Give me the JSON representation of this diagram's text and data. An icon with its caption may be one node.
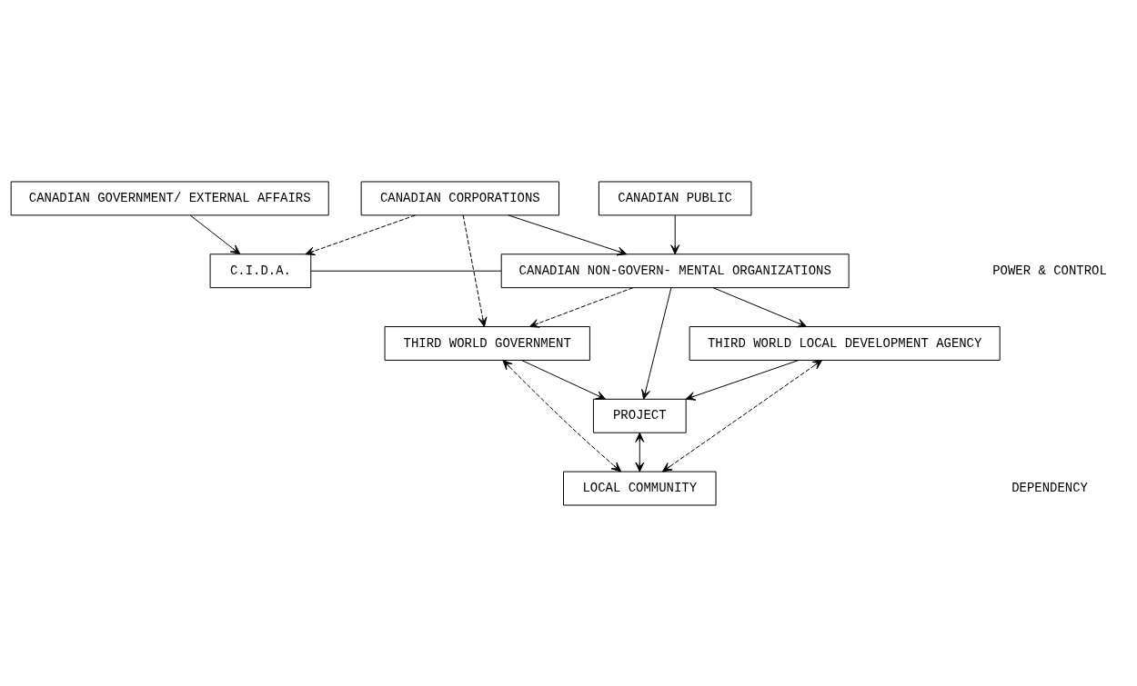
{
  "diagram": {
    "nodes": [
      {
        "text": [
          "CANADIAN GOVERNMENT/ EXTERNAL AFFAIRS"
        ]
      },
      {
        "text": [
          "CANADIAN CORPORATIONS"
        ]
      },
      {
        "text": [
          "CANADIAN PUBLIC"
        ]
      },
      {
        "text": [
          "C.I.D.A."
        ]
      },
      {
        "text": [
          "CANADIAN NON-GOVERN- MENTAL ORGANIZATIONS"
        ]
      },
      {
        "text": [
          "THIRD WORLD GOVERNMENT"
        ]
      },
      {
        "text": [
          "THIRD WORLD LOCAL DEVELOPMENT AGENCY"
        ]
      },
      {
        "text": [
          "PROJECT"
        ]
      },
      {
        "text": [
          "LOCAL COMMUNITY"
        ]
      }
    ],
    "edges": [
      {
        "from": 0,
        "to": 3,
        "arrow": "to"
      },
      {
        "from": 1,
        "to": 3,
        "arrow": "to",
        "style": "dashed"
      },
      {
        "from": 1,
        "to": 4,
        "arrow": "to"
      },
      {
        "from": 2,
        "to": 4,
        "arrow": "to"
      },
      {
        "from": 3,
        "to": 4,
        "arrow": "none"
      },
      {
        "from": 1,
        "to": 5,
        "arrow": "to",
        "style": "dashed"
      },
      {
        "from": 4,
        "to": 5,
        "arrow": "to",
        "style": "dashed"
      },
      {
        "from": 4,
        "to": 7,
        "arrow": "to"
      },
      {
        "from": 4,
        "to": 6,
        "arrow": "to"
      },
      {
        "from": 5,
        "to": 7,
        "arrow": "to"
      },
      {
        "from": 6,
        "to": 7,
        "arrow": "to"
      },
      {
        "from": 5,
        "to": 8,
        "arrow": "both",
        "style": "dashed"
      },
      {
        "from": 7,
        "to": 8,
        "arrow": "both"
      },
      {
        "from": 6,
        "to": 8,
        "arrow": "both",
        "style": "dashed"
      }
    ],
    "labels": [
      "POWER & CONTROL",
      "DEPENDENCY"
    ]
  }
}
